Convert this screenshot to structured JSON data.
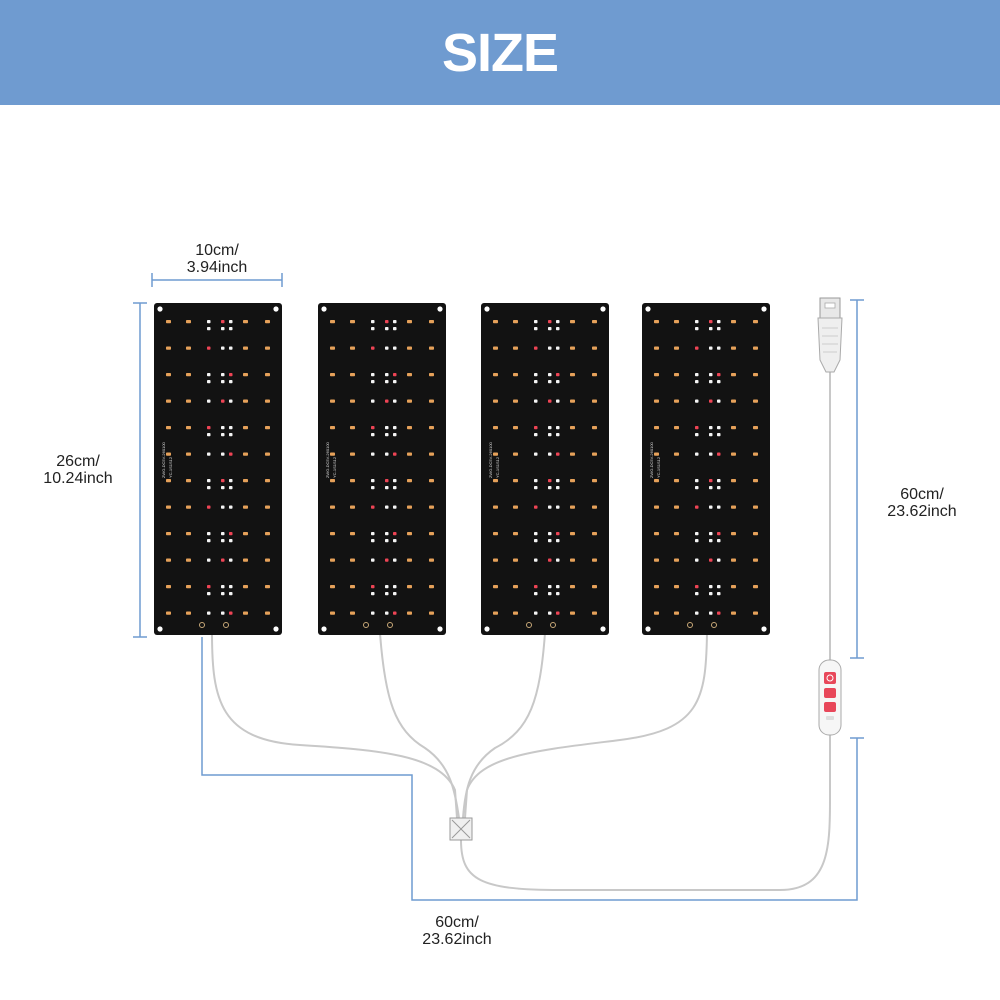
{
  "header": {
    "title": "SIZE",
    "background": "#6f9bd0"
  },
  "dimensions": {
    "panel_width": {
      "line1": "10cm/",
      "line2": "3.94inch"
    },
    "panel_height": {
      "line1": "26cm/",
      "line2": "10.24inch"
    },
    "cable_usb": {
      "line1": "60cm/",
      "line2": "23.62inch"
    },
    "cable_bottom": {
      "line1": "60cm/",
      "line2": "23.62inch"
    }
  },
  "panel_print": {
    "code_a": "ZWO-DC5V-260100",
    "code_b": "YC-1S1S12"
  },
  "panels": [
    {
      "name": "panel-1"
    },
    {
      "name": "panel-2"
    },
    {
      "name": "panel-3"
    },
    {
      "name": "panel-4"
    }
  ],
  "colors": {
    "dimension_line": "#6f9bd0",
    "panel": "#121212",
    "led_warm": "#e6a15a",
    "led_white": "#f4f4f4",
    "led_red": "#ee4455",
    "cable": "#c8c8c8"
  }
}
